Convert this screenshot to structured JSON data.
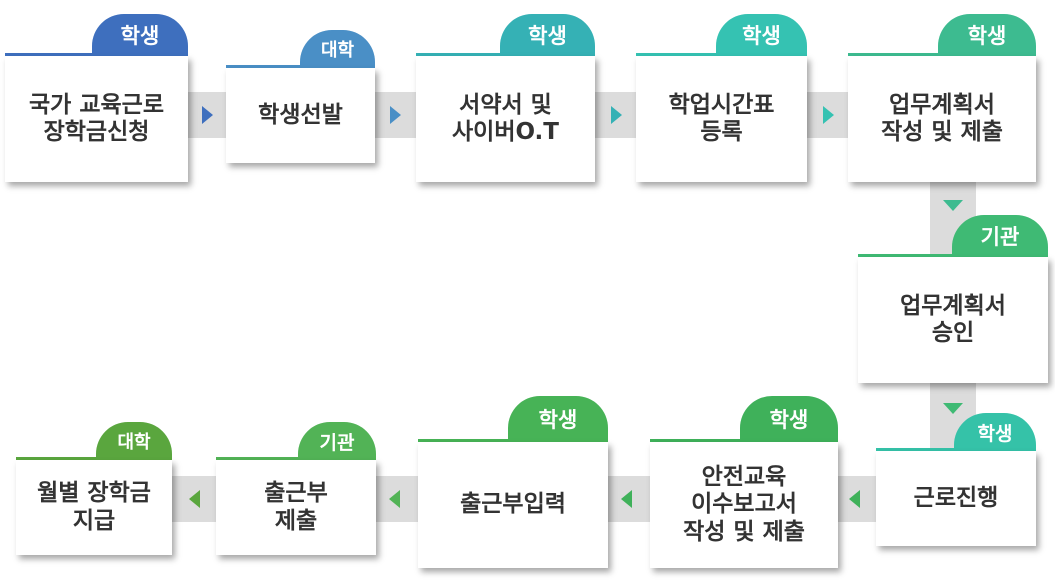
{
  "colors": {
    "blue": "#3e6fbe",
    "steel": "#4a8fc6",
    "teal": "#35b1b5",
    "aqua": "#35c2b2",
    "mint": "#3dbb90",
    "green": "#3fba74",
    "leaf": "#3fb15a",
    "lime": "#52b356",
    "olive": "#5aa63e",
    "box_text": "#333333",
    "connector": "#dcdcdc"
  },
  "steps": [
    {
      "tag": "학생",
      "lines": [
        "국가 교육근로",
        "장학금신청"
      ]
    },
    {
      "tag": "대학",
      "lines": [
        "학생선발"
      ]
    },
    {
      "tag": "학생",
      "lines": [
        "서약서 및",
        "사이버O.T"
      ]
    },
    {
      "tag": "학생",
      "lines": [
        "학업시간표",
        "등록"
      ]
    },
    {
      "tag": "학생",
      "lines": [
        "업무계획서",
        "작성 및 제출"
      ]
    },
    {
      "tag": "기관",
      "lines": [
        "업무계획서",
        "승인"
      ]
    },
    {
      "tag": "학생",
      "lines": [
        "근로진행"
      ]
    },
    {
      "tag": "학생",
      "lines": [
        "안전교육",
        "이수보고서",
        "작성 및 제출"
      ]
    },
    {
      "tag": "학생",
      "lines": [
        "출근부입력"
      ]
    },
    {
      "tag": "기관",
      "lines": [
        "출근부",
        "제출"
      ]
    },
    {
      "tag": "대학",
      "lines": [
        "월별 장학금",
        "지급"
      ]
    }
  ]
}
